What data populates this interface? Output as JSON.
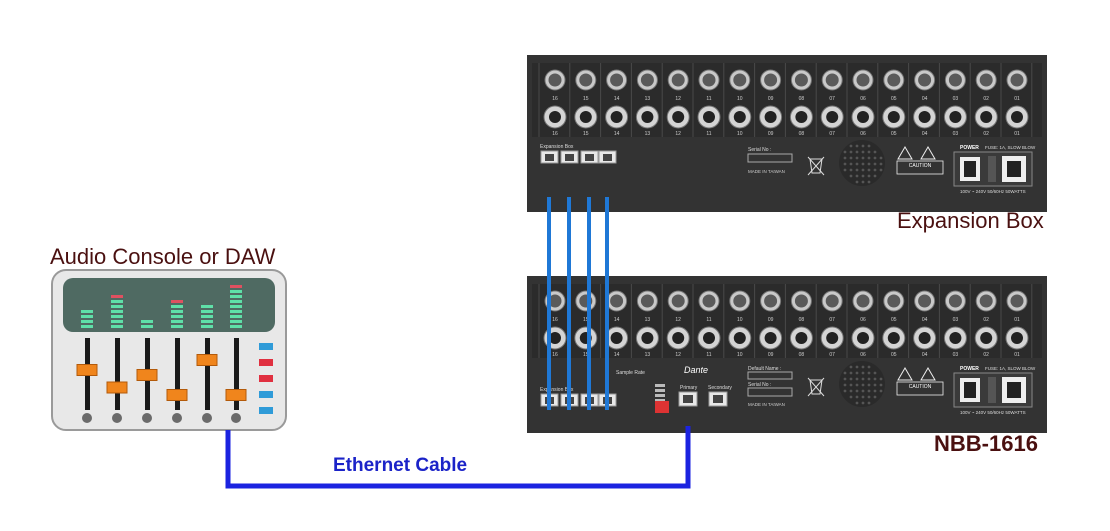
{
  "labels": {
    "console": "Audio Console or DAW",
    "expansion_box": "Expansion Box",
    "nbb": "NBB-1616",
    "cable": "Ethernet Cable"
  },
  "rack": {
    "channel_numbers": [
      "16",
      "15",
      "14",
      "13",
      "12",
      "11",
      "10",
      "09",
      "08",
      "07",
      "06",
      "05",
      "04",
      "03",
      "02",
      "01"
    ],
    "expansion_port_label": "Expansion Box",
    "serial_label": "Serial No :",
    "default_name_label": "Default Name :",
    "made_in": "MADE IN TAIWAN",
    "power": "POWER",
    "fuse": "FUSE: 1A, SLOW BLOW",
    "voltage": "100V ~ 240V 50/60Hz 50WATTS",
    "caution": "CAUTION",
    "dante": "Dante",
    "primary": "Primary",
    "secondary": "Secondary",
    "sample_rate": "Sample Rate"
  },
  "colors": {
    "rack_body": "#333333",
    "ethernet_cable": "#1b23e0",
    "expansion_cable": "#1f78d6",
    "console_body": "#e8e8e8",
    "console_screen": "#4f6a62",
    "fader_knob": "#f0851c"
  },
  "console": {
    "fader_levels": [
      0.55,
      0.2,
      0.45,
      0.05,
      0.75,
      0.05
    ],
    "meter_levels": [
      4,
      7,
      2,
      6,
      5,
      9
    ],
    "indicator_colors": [
      "#2f9bd8",
      "#e03040",
      "#e03040",
      "#2f9bd8",
      "#2f9bd8"
    ]
  },
  "icons": [
    "fader-knob-icon",
    "speaker-grille-icon",
    "weee-bin-icon",
    "warning-icon",
    "power-switch-icon",
    "iec-socket-icon",
    "dante-logo-icon"
  ]
}
